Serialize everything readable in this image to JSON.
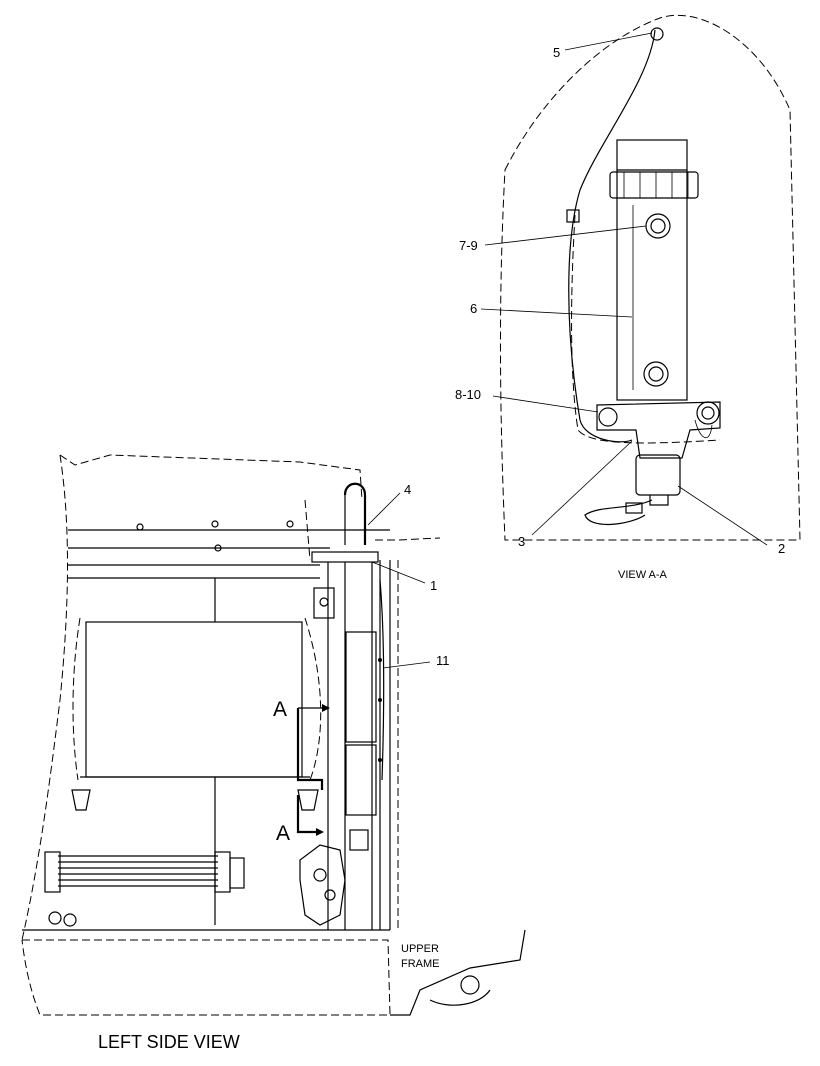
{
  "views": {
    "left_side_view_caption": "LEFT SIDE VIEW",
    "view_aa_caption": "VIEW A-A",
    "upper_frame_label_line1": "UPPER",
    "upper_frame_label_line2": "FRAME",
    "section_marker_top": "A",
    "section_marker_bottom": "A"
  },
  "callouts": {
    "c1": "1",
    "c2": "2",
    "c3": "3",
    "c4": "4",
    "c5": "5",
    "c6": "6",
    "c7_9": "7-9",
    "c8_10": "8-10",
    "c11": "11"
  }
}
